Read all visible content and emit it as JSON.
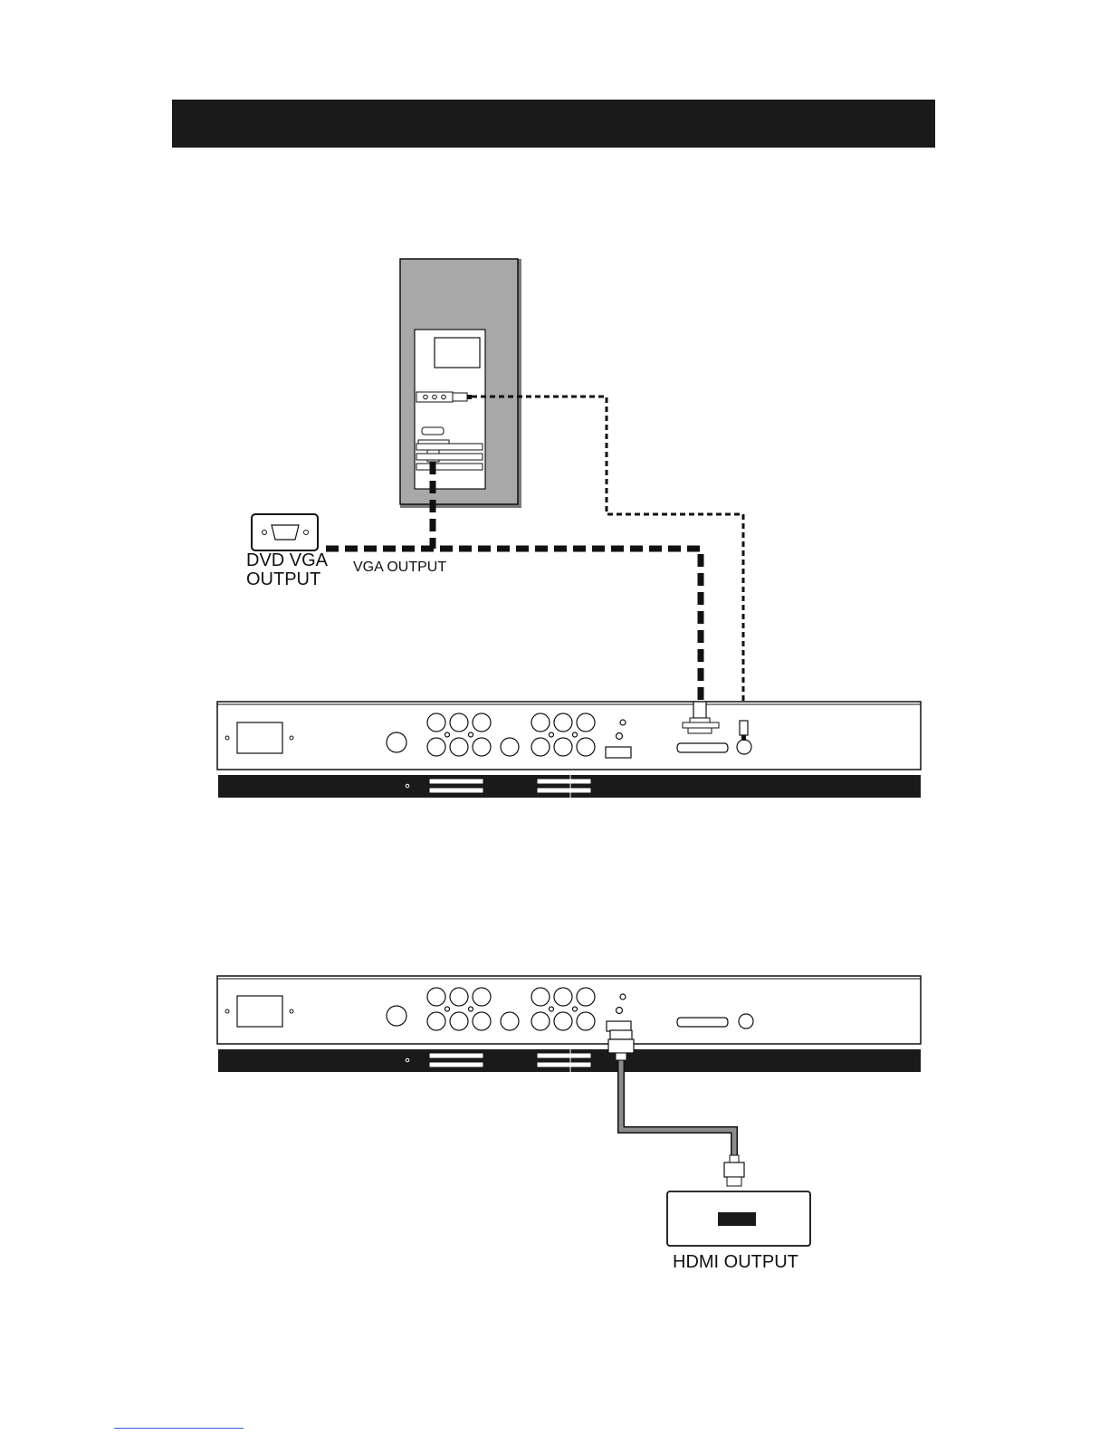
{
  "labels": {
    "dvd_vga_output": [
      "DVD VGA",
      "OUTPUT"
    ],
    "vga_output": "VGA OUTPUT",
    "hdmi_output": "HDMI OUTPUT"
  },
  "colors": {
    "header_bar": "#1a1a1a",
    "pc_tower": "#a8a8a8",
    "hdmi_cable": "#8c8c8c",
    "line": "#111111"
  }
}
